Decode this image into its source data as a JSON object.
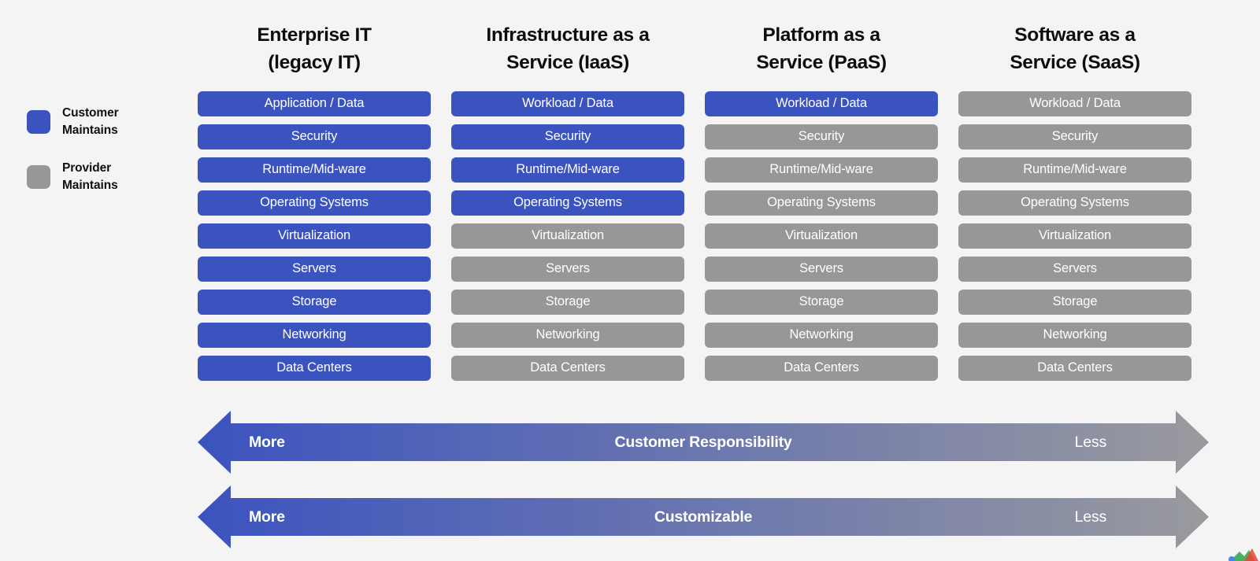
{
  "background_color": "#f4f4f5",
  "colors": {
    "customer_blue": "#3b53bf",
    "provider_gray": "#979797",
    "text_on_pill": "#ffffff",
    "heading": "#0d0d0d"
  },
  "legend": {
    "items": [
      {
        "label": "Customer\nMaintains",
        "swatch_icon": "blue-square-swatch-icon",
        "color": "#3b53bf"
      },
      {
        "label": "Provider\nMaintains",
        "swatch_icon": "gray-square-swatch-icon",
        "color": "#979797"
      }
    ]
  },
  "chart_data": {
    "type": "table",
    "title": "Cloud Service Model Shared Responsibility Stack",
    "categories": [
      "Enterprise IT\n(legacy IT)",
      "Infrastructure as a\nService (IaaS)",
      "Platform as a\nService (PaaS)",
      "Software as a\nService (SaaS)"
    ],
    "layers": [
      "Application / Data",
      "Security",
      "Runtime/Mid-ware",
      "Operating Systems",
      "Virtualization",
      "Servers",
      "Storage",
      "Networking",
      "Data Centers"
    ],
    "legend": [
      "Customer Maintains",
      "Provider Maintains"
    ],
    "legend_position": "left",
    "grid": false,
    "columns": [
      {
        "header": "Enterprise IT\n(legacy IT)",
        "customer_layer_count": 9,
        "cells": [
          {
            "label": "Application / Data",
            "owner": "customer"
          },
          {
            "label": "Security",
            "owner": "customer"
          },
          {
            "label": "Runtime/Mid-ware",
            "owner": "customer"
          },
          {
            "label": "Operating Systems",
            "owner": "customer"
          },
          {
            "label": "Virtualization",
            "owner": "customer"
          },
          {
            "label": "Servers",
            "owner": "customer"
          },
          {
            "label": "Storage",
            "owner": "customer"
          },
          {
            "label": "Networking",
            "owner": "customer"
          },
          {
            "label": "Data Centers",
            "owner": "customer"
          }
        ]
      },
      {
        "header": "Infrastructure as a\nService (IaaS)",
        "customer_layer_count": 4,
        "cells": [
          {
            "label": "Workload / Data",
            "owner": "customer"
          },
          {
            "label": "Security",
            "owner": "customer"
          },
          {
            "label": "Runtime/Mid-ware",
            "owner": "customer"
          },
          {
            "label": "Operating Systems",
            "owner": "customer"
          },
          {
            "label": "Virtualization",
            "owner": "provider"
          },
          {
            "label": "Servers",
            "owner": "provider"
          },
          {
            "label": "Storage",
            "owner": "provider"
          },
          {
            "label": "Networking",
            "owner": "provider"
          },
          {
            "label": "Data Centers",
            "owner": "provider"
          }
        ]
      },
      {
        "header": "Platform as a\nService (PaaS)",
        "customer_layer_count": 1,
        "cells": [
          {
            "label": "Workload / Data",
            "owner": "customer"
          },
          {
            "label": "Security",
            "owner": "provider"
          },
          {
            "label": "Runtime/Mid-ware",
            "owner": "provider"
          },
          {
            "label": "Operating Systems",
            "owner": "provider"
          },
          {
            "label": "Virtualization",
            "owner": "provider"
          },
          {
            "label": "Servers",
            "owner": "provider"
          },
          {
            "label": "Storage",
            "owner": "provider"
          },
          {
            "label": "Networking",
            "owner": "provider"
          },
          {
            "label": "Data Centers",
            "owner": "provider"
          }
        ]
      },
      {
        "header": "Software as a\nService (SaaS)",
        "customer_layer_count": 0,
        "cells": [
          {
            "label": "Workload / Data",
            "owner": "provider"
          },
          {
            "label": "Security",
            "owner": "provider"
          },
          {
            "label": "Runtime/Mid-ware",
            "owner": "provider"
          },
          {
            "label": "Operating Systems",
            "owner": "provider"
          },
          {
            "label": "Virtualization",
            "owner": "provider"
          },
          {
            "label": "Servers",
            "owner": "provider"
          },
          {
            "label": "Storage",
            "owner": "provider"
          },
          {
            "label": "Networking",
            "owner": "provider"
          },
          {
            "label": "Data Centers",
            "owner": "provider"
          }
        ]
      }
    ]
  },
  "banners": [
    {
      "id": "customer-responsibility",
      "left_label": "More",
      "center_label": "Customer Responsibility",
      "right_label": "Less",
      "gradient_from": "#3b53bf",
      "gradient_to": "#9a9a9e"
    },
    {
      "id": "customizable",
      "left_label": "More",
      "center_label": "Customizable",
      "right_label": "Less",
      "gradient_from": "#3b53bf",
      "gradient_to": "#9a9a9e"
    }
  ]
}
